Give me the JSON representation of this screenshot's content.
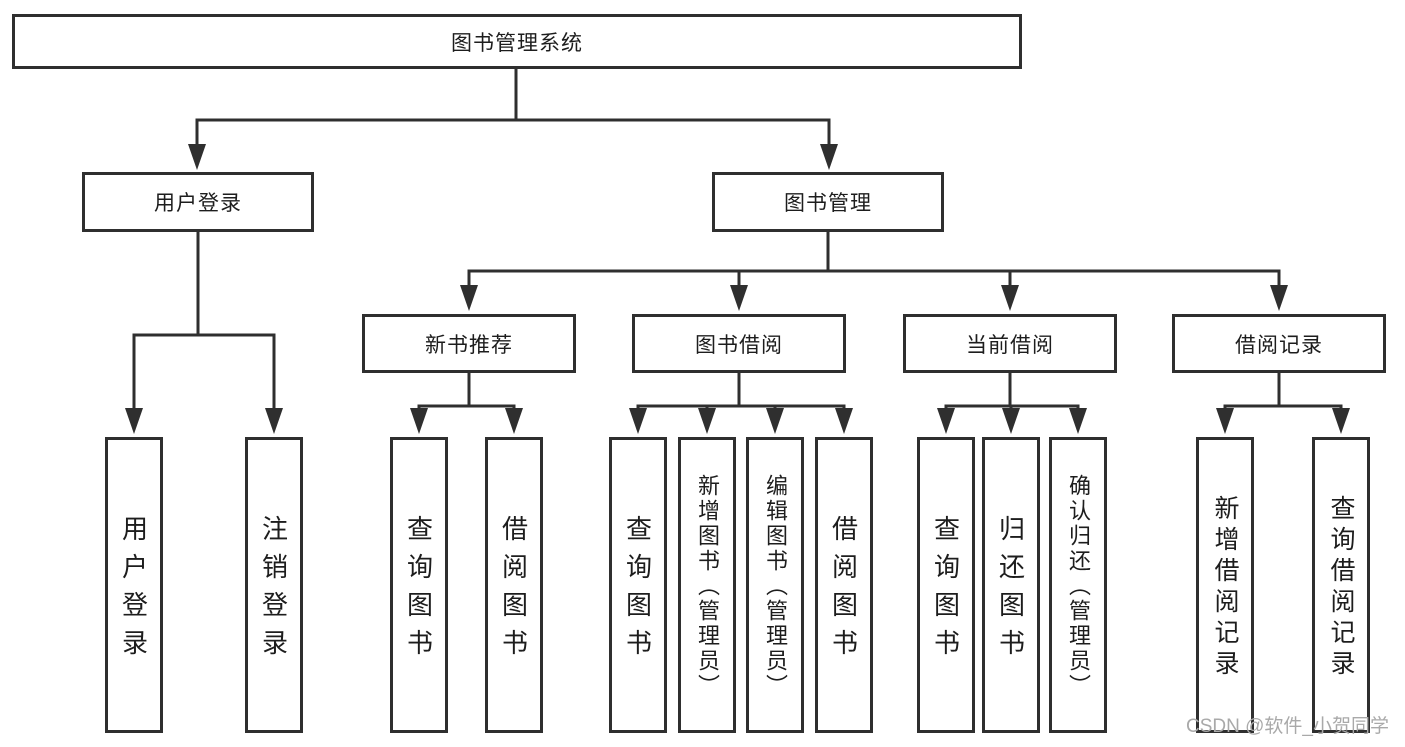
{
  "diagram": {
    "root": {
      "label": "图书管理系统"
    },
    "level2": [
      {
        "label": "用户登录"
      },
      {
        "label": "图书管理"
      }
    ],
    "level3": [
      {
        "label": "新书推荐"
      },
      {
        "label": "图书借阅"
      },
      {
        "label": "当前借阅"
      },
      {
        "label": "借阅记录"
      }
    ],
    "leaves": {
      "user_login": [
        "用户登录",
        "注销登录"
      ],
      "new_book": [
        "查询图书",
        "借阅图书"
      ],
      "book_borrow": [
        "查询图书",
        "新增图书（管理员）",
        "编辑图书（管理员）",
        "借阅图书"
      ],
      "current_borrow": [
        "查询图书",
        "归还图书",
        "确认归还（管理员）"
      ],
      "borrow_records": [
        "新增借阅记录",
        "查询借阅记录"
      ]
    }
  },
  "watermark": {
    "text": "CSDN @软件_小贺同学"
  },
  "colors": {
    "line": "#2f2f2f",
    "text": "#1d1d1d",
    "box_background": "#ffffff",
    "watermark": "#a9a9a9",
    "page_background": "#ffffff"
  }
}
